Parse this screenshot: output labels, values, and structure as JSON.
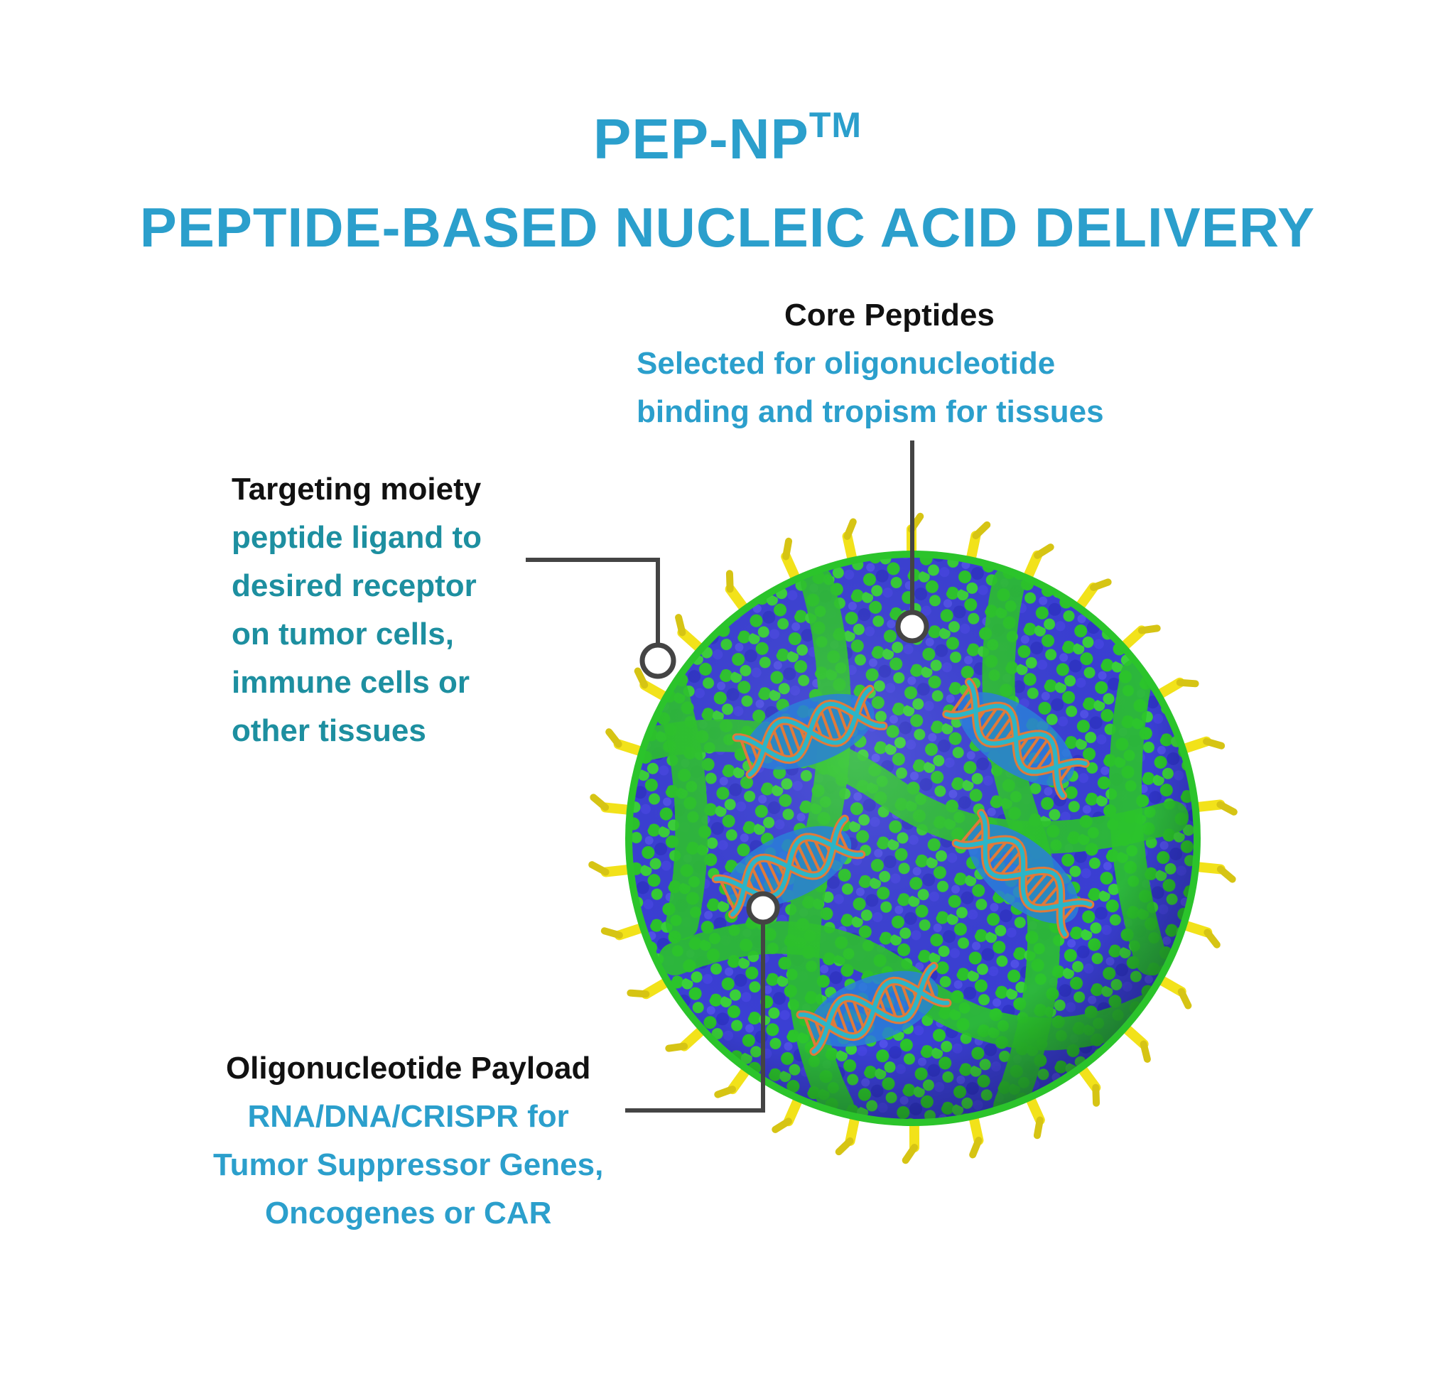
{
  "title": {
    "line1_main": "PEP-NP",
    "line1_sup": "TM",
    "line2": "PEPTIDE-BASED NUCLEIC ACID DELIVERY"
  },
  "callouts": {
    "core": {
      "heading": "Core Peptides",
      "lines": [
        "Selected for oligonucleotide",
        "binding and tropism for tissues"
      ]
    },
    "targeting": {
      "heading": "Targeting moiety",
      "lines": [
        "peptide ligand to",
        "desired receptor",
        "on tumor cells,",
        "immune cells or",
        "other tissues"
      ]
    },
    "payload": {
      "heading": "Oligonucleotide Payload",
      "lines": [
        "RNA/DNA/CRISPR for",
        "Tumor Suppressor Genes,",
        "Oncogenes or CAR"
      ]
    }
  },
  "colors": {
    "title": "#2b9fcc",
    "heading": "#111111",
    "desc_blue": "#2b9fcc",
    "desc_teal": "#1d8fa0",
    "peptide_blue": "#3a3fd4",
    "peptide_green": "#2bc42b",
    "ligand_yellow": "#f2e21a",
    "rna_orange": "#e07a3a",
    "rna_teal": "#2bb5c8",
    "leader_line": "#444444"
  },
  "icons": {
    "particle": "nanoparticle-sphere",
    "payload": "rna-helix-icon",
    "ligand": "ligand-spike-icon",
    "callout_dot": "callout-dot-icon"
  }
}
